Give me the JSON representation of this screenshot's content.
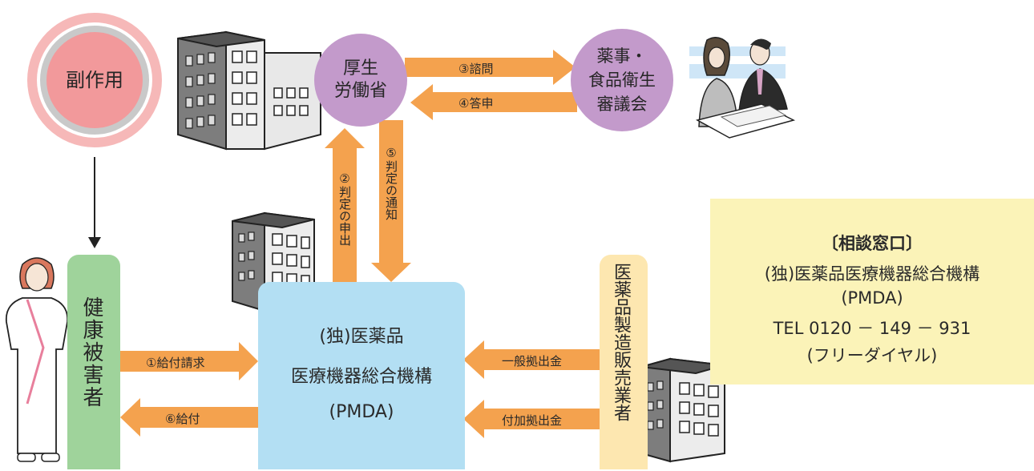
{
  "nodes": {
    "side_effect": "副作用",
    "mhlw": "厚生\n労働省",
    "council": "薬事・\n食品衛生\n審議会",
    "victim": "健康被害者",
    "manufacturer": "医薬品製造販売業者",
    "pmda_line1": "(独)医薬品",
    "pmda_line2": "医療機器総合機構",
    "pmda_line3": "(PMDA)"
  },
  "flows": {
    "step1": "①給付請求",
    "step2": "②判定の申出",
    "step3": "③諮問",
    "step4": "④答申",
    "step5": "⑤判定の通知",
    "step6": "⑥給付",
    "general_contribution": "一般拠出金",
    "additional_contribution": "付加拠出金"
  },
  "contact": {
    "heading": "〔相談窓口〕",
    "org": "(独)医薬品医療機器総合機構",
    "abbr": "(PMDA)",
    "tel": "TEL 0120 － 149 － 931",
    "note": "(フリーダイヤル)"
  },
  "colors": {
    "arrow": "#f4a24e",
    "circle_pink": "#f2999b",
    "circle_purple": "#c39acb",
    "pmda_box": "#b3dff3",
    "victim_box": "#9fd39b",
    "maker_box": "#fde7b0",
    "contact_box": "#fbf3b8"
  }
}
